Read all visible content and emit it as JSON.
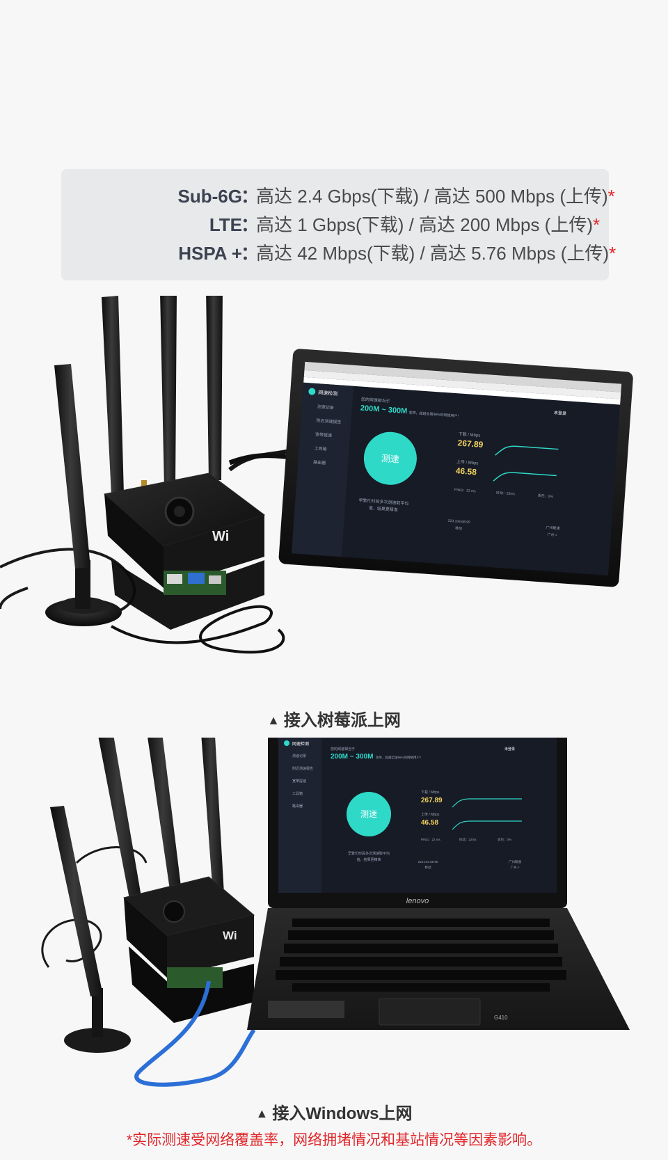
{
  "specs": [
    {
      "label": "Sub-6G",
      "colon": "：",
      "text": "高达 2.4 Gbps(下载) / 高达 500 Mbps (上传)",
      "star": "*"
    },
    {
      "label": "LTE",
      "colon": "：",
      "text": "高达 1 Gbps(下载) / 高达 200 Mbps (上传)",
      "star": "*"
    },
    {
      "label": "HSPA +",
      "colon": "：",
      "text": "高达 42 Mbps(下载) / 高达 5.76 Mbps (上传)",
      "star": "*"
    }
  ],
  "captions": {
    "triangle": "▲",
    "raspberry": "接入树莓派上网",
    "windows": "接入Windows上网"
  },
  "footnote": "*实际测速受网络覆盖率，网络拥堵情况和基站情况等因素影响。",
  "speedtest": {
    "nav_title": "网速检测",
    "nav_items": [
      "测速记录",
      "附近测速报告",
      "宽带提速",
      "工具箱",
      "路由器"
    ],
    "login": "未登录",
    "intro": "您的网速相当于",
    "range": "200M ~ 300M",
    "range_suffix": "宽带，超越全国98%的网络用户！",
    "button": "测速",
    "download_label": "下载 / Mbps",
    "download_value": "267.89",
    "upload_label": "上传 / Mbps",
    "upload_value": "46.58",
    "ping": "PING：22 ms",
    "jitter": "抖动：22ms",
    "loss": "丢包：0%",
    "hint_line1": "早繁忙时段多次测速取平均",
    "hint_line2": "值，结果更精准",
    "ip": "223.104.68.95",
    "carrier_left": "移动",
    "carrier_right": "广州联通",
    "carrier_right_sub": "广州 >"
  },
  "laptop_brand": "lenovo",
  "laptop_model": "G410",
  "colors": {
    "accent_red": "#e0262a",
    "spec_box": "#e7e9eb",
    "screen_bg": "#161b26",
    "speed_button": "#2fd9c8",
    "usb_cable": "#2c6fd6"
  }
}
